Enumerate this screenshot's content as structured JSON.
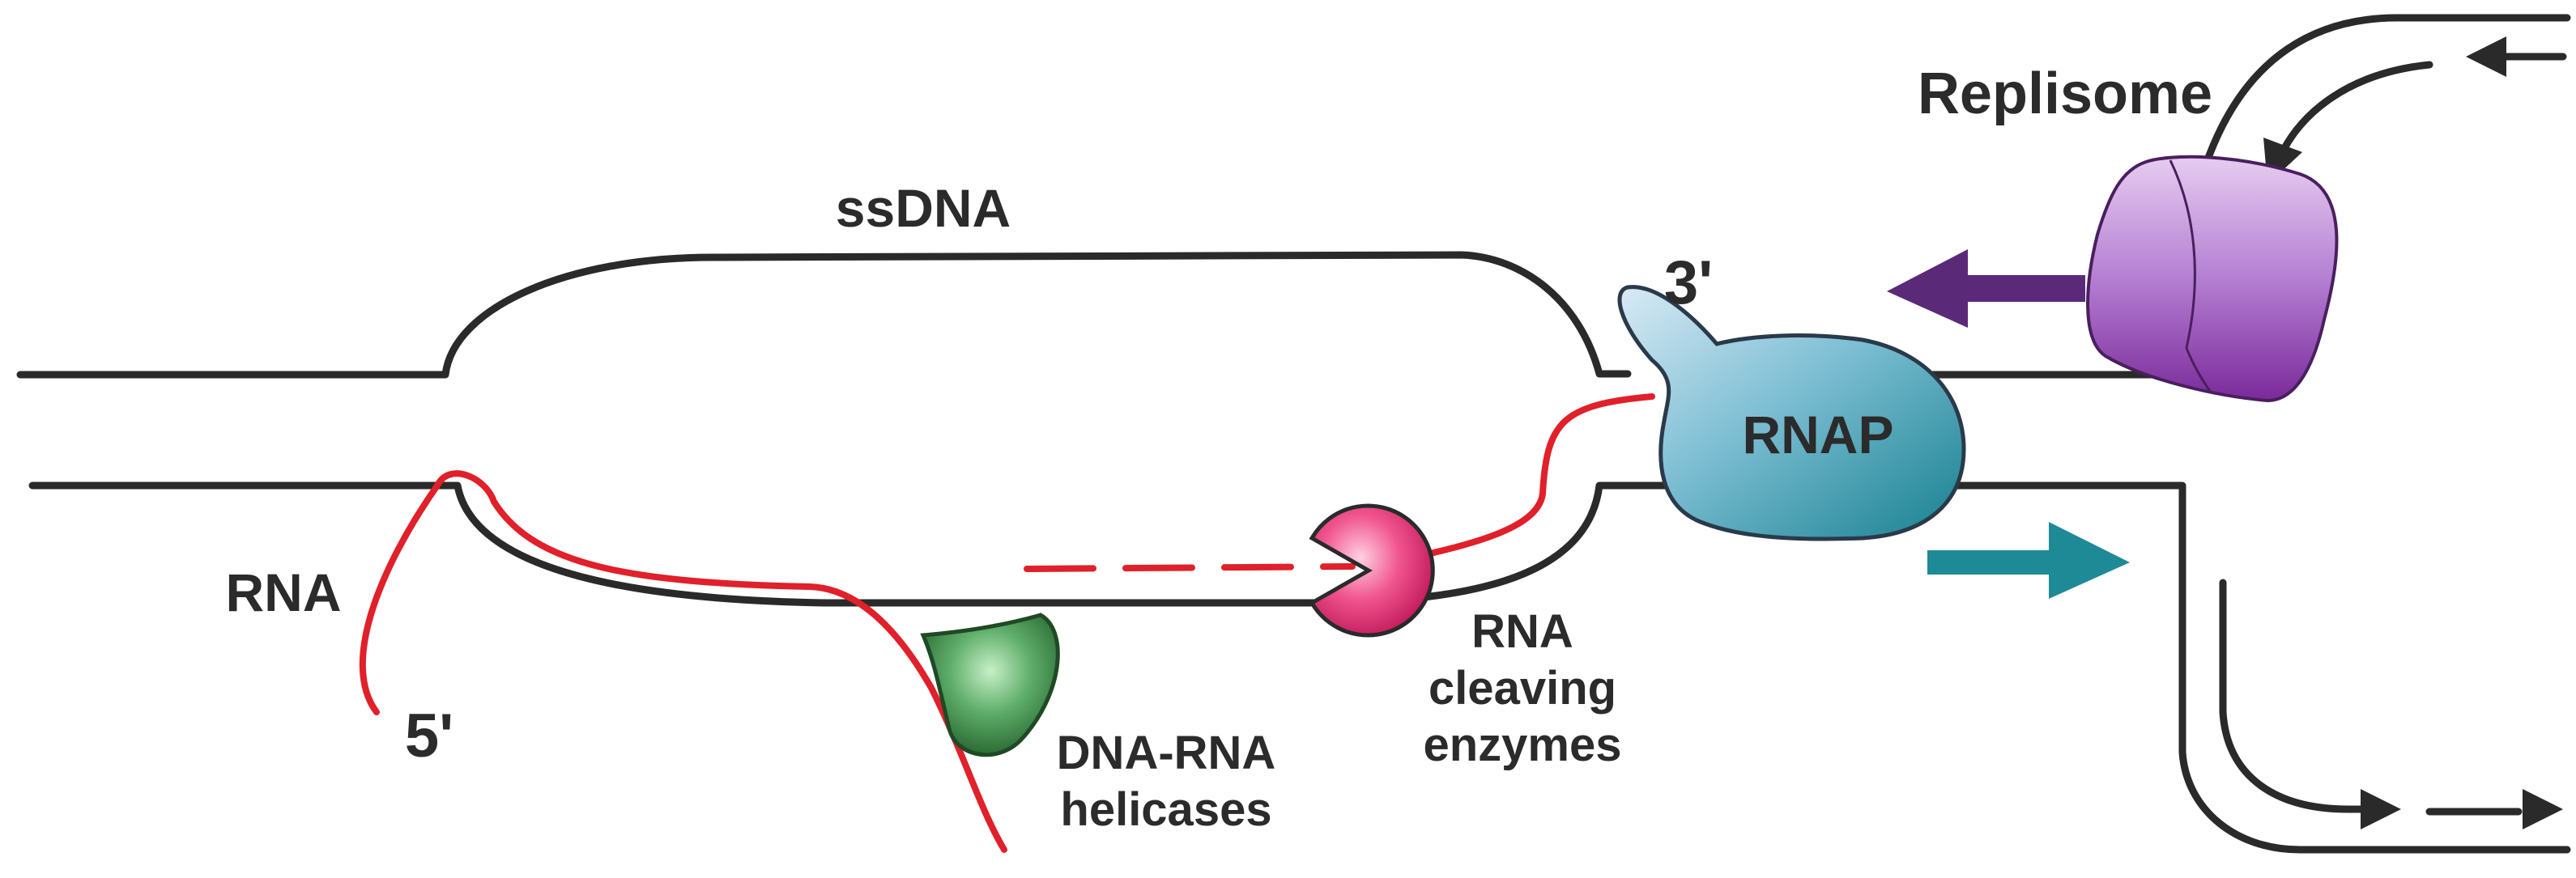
{
  "labels": {
    "ssdna": "ssDNA",
    "replisome": "Replisome",
    "three_prime": "3'",
    "rnap": "RNAP",
    "rna": "RNA",
    "five_prime": "5'",
    "helicases_line1": "DNA-RNA",
    "helicases_line2": "helicases",
    "cleaving_line1": "RNA",
    "cleaving_line2": "cleaving",
    "cleaving_line3": "enzymes"
  },
  "colors": {
    "dna": "#2a2a2a",
    "rna": "#e0202a",
    "rnap": "#3a9bb0",
    "replisome": "#9b59c4",
    "helicase": "#3f8a4a",
    "cleaving_enzyme": "#e8387a",
    "rnap_arrow": "#1d8a96",
    "replisome_arrow": "#5a2a78"
  }
}
